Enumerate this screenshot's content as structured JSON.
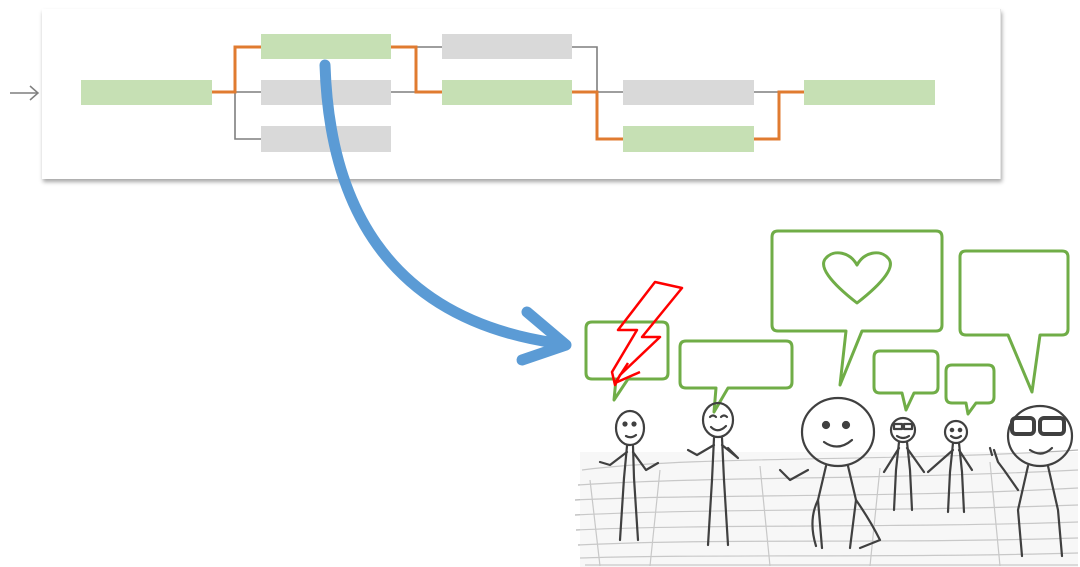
{
  "diagram": {
    "stages": [
      {
        "id": "start",
        "state": "selected"
      },
      {
        "id": "s1a",
        "state": "selected"
      },
      {
        "id": "s1b",
        "state": "unselected"
      },
      {
        "id": "s1c",
        "state": "unselected"
      },
      {
        "id": "s2a",
        "state": "unselected"
      },
      {
        "id": "s2b",
        "state": "selected"
      },
      {
        "id": "s3a",
        "state": "unselected"
      },
      {
        "id": "s3b",
        "state": "selected"
      },
      {
        "id": "end",
        "state": "selected"
      }
    ],
    "colors": {
      "selected_box": "#c6e0b4",
      "unselected_box": "#d9d9d9",
      "selected_path": "#e07b30",
      "other_path": "#7f7f7f",
      "main_arrow": "#5b9bd5",
      "speech_bubbles": "#70ad47",
      "conflict_bolt": "#ff0000",
      "figures": "#404040"
    },
    "illustration": {
      "description_icons": [
        "stick-figures-group",
        "speech-bubble-icon",
        "heart-icon",
        "lightning-bolt-icon",
        "glasses-icon"
      ]
    }
  }
}
